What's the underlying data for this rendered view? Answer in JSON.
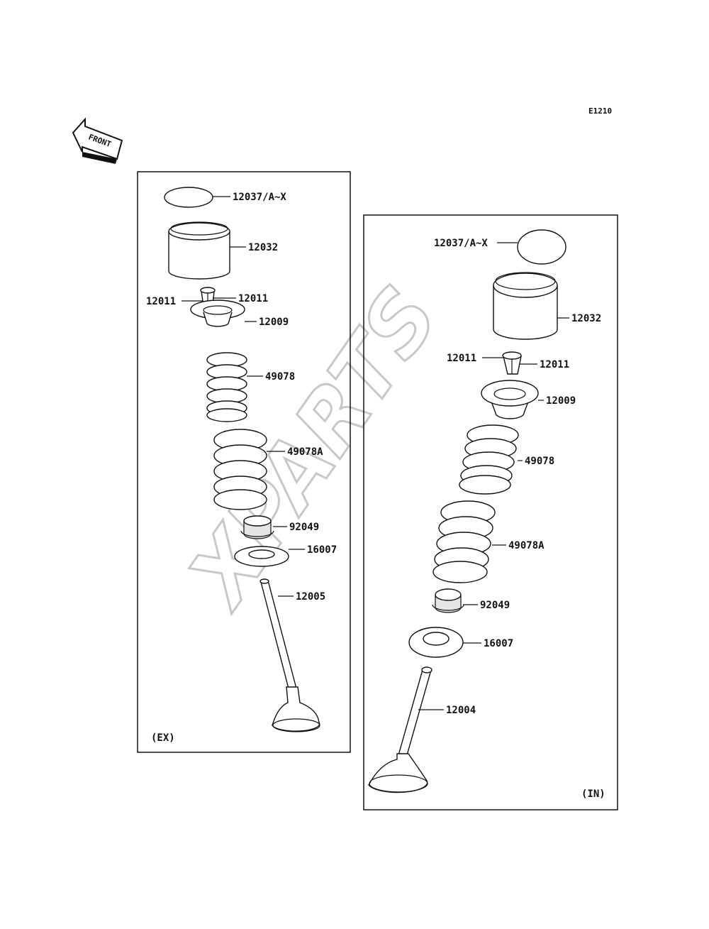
{
  "diagram_code": "E1210",
  "front_label": "FRONT",
  "watermark": "XPARTS",
  "panels": {
    "exhaust": {
      "tag": "(EX)",
      "labels": {
        "shim": "12037/A~X",
        "lifter": "12032",
        "cotter_left": "12011",
        "cotter_right": "12011",
        "retainer": "12009",
        "inner_spring": "49078",
        "outer_spring": "49078A",
        "stem_seal": "92049",
        "spring_seat": "16007",
        "valve": "12005"
      }
    },
    "intake": {
      "tag": "(IN)",
      "labels": {
        "shim": "12037/A~X",
        "lifter": "12032",
        "cotter_left": "12011",
        "cotter_right": "12011",
        "retainer": "12009",
        "inner_spring": "49078",
        "outer_spring": "49078A",
        "stem_seal": "92049",
        "spring_seat": "16007",
        "valve": "12004"
      }
    }
  }
}
